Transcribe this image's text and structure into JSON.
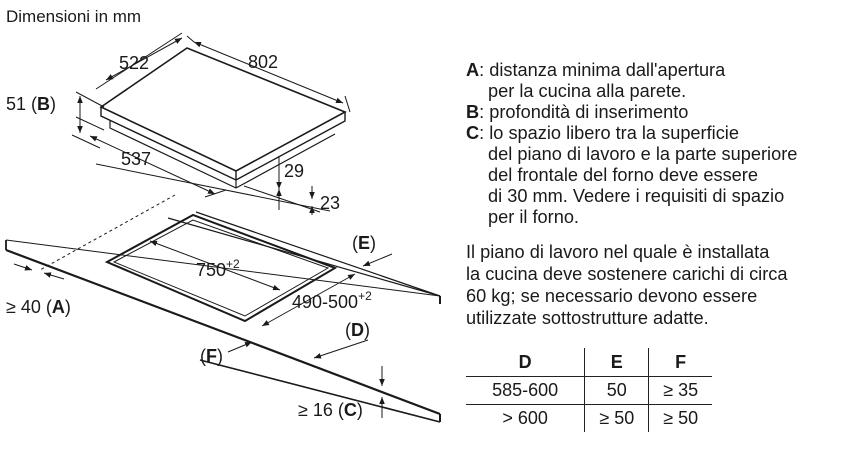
{
  "title": "Dimensioni in mm",
  "diagram": {
    "dim_522": "522",
    "dim_802": "802",
    "dim_51": "51 (",
    "dim_51_key": "B",
    "dim_51_close": ")",
    "dim_537": "537",
    "dim_29": "29",
    "dim_23": "23",
    "dim_750": "750",
    "dim_750_sup": "+2",
    "dim_490": "490-500",
    "dim_490_sup": "+2",
    "label_e_open": "(",
    "label_e_key": "E",
    "label_e_close": ")",
    "label_d_open": "(",
    "label_d_key": "D",
    "label_d_close": ")",
    "label_f_open": "(",
    "label_f_key": "F",
    "label_f_close": ")",
    "label_a": "≥ 40 (",
    "label_a_key": "A",
    "label_a_close": ")",
    "label_c": "≥ 16 (",
    "label_c_key": "C",
    "label_c_close": ")"
  },
  "notes": [
    {
      "key": "A",
      "lines": [
        ": distanza minima dall'apertura",
        "per la cucina alla parete."
      ]
    },
    {
      "key": "B",
      "lines": [
        ": profondità di inserimento"
      ]
    },
    {
      "key": "C",
      "lines": [
        ": lo spazio libero tra la superficie",
        "del piano di lavoro e la parte superiore",
        "del frontale del forno deve essere",
        "di 30 mm. Vedere i requisiti di spazio",
        "per il forno."
      ]
    }
  ],
  "paragraph": [
    "Il piano di lavoro nel quale è installata",
    "la cucina deve sostenere carichi di circa",
    "60 kg; se necessario devono essere",
    "utilizzate sottostrutture adatte."
  ],
  "table": {
    "headers": [
      "D",
      "E",
      "F"
    ],
    "rows": [
      [
        "585-600",
        "50",
        "≥ 35"
      ],
      [
        "> 600",
        "≥ 50",
        "≥ 50"
      ]
    ]
  }
}
